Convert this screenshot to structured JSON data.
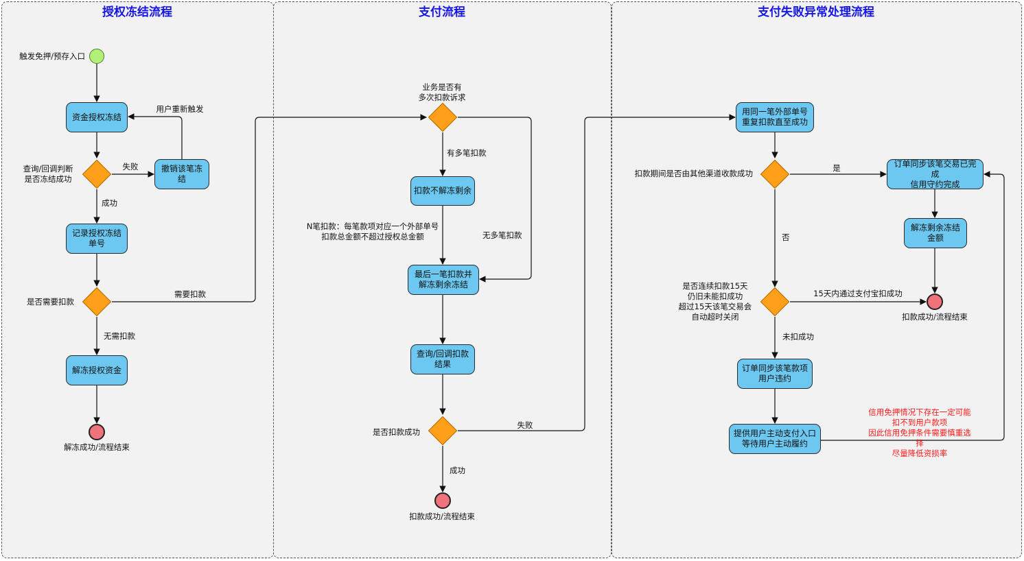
{
  "lanes": {
    "auth": "授权冻结流程",
    "pay": "支付流程",
    "fail": "支付失败异常处理流程"
  },
  "nodes": {
    "freeze": "资金授权冻结",
    "cancel": "撤销该笔冻结",
    "record": "记录授权冻结\n单号",
    "unfreeze": "解冻授权资金",
    "deduct_keep": "扣款不解冻剩余",
    "last_deduct": "最后一笔扣款并\n解冻剩余冻结",
    "query_result": "查询/回调扣款\n结果",
    "retry": "用同一笔外部单号\n重复扣款直至成功",
    "sync_done": "订单同步该笔交易已完成\n信用守约完成",
    "unfreeze_rest": "解冻剩余冻结\n金额",
    "sync_default": "订单同步该笔款项\n用户违约",
    "manual_pay": "提供用户主动支付入口\n等待用户主动履约"
  },
  "labels": {
    "entry": "触发免押/预存入口",
    "user_retrigger": "用户重新触发",
    "query_freeze": "查询/回调判断\n是否冻结成功",
    "fail1": "失败",
    "success1": "成功",
    "need_q": "是否需要扣款",
    "need_yes": "需要扣款",
    "need_no": "无需扣款",
    "end_unfreeze": "解冻成功/流程结束",
    "multi_q": "业务是否有\n多次扣款诉求",
    "multi_yes": "有多笔扣款",
    "multi_no": "无多笔扣款",
    "n_note": "N笔扣款：每笔款项对应一个外部单号\n扣款总金额不超过授权总金额",
    "pay_q": "是否扣款成功",
    "pay_fail": "失败",
    "pay_success": "成功",
    "end_pay": "扣款成功/流程结束",
    "other_q": "扣款期间是否由其他渠道收款成功",
    "other_yes": "是",
    "other_no": "否",
    "days_q": "是否连续扣款15天\n仍旧未能扣成功\n超过15天该笔交易会\n自动超时关闭",
    "days_yes": "15天内通过支付宝扣成功",
    "days_no": "未扣成功",
    "end_fail": "扣款成功/流程结束",
    "warning": "信用免押情况下存在一定可能扣不到用户款项\n因此信用免押条件需要慎重选择\n尽量降低资损率"
  },
  "colors": {
    "lane_title": "#1515e6",
    "node_fill": "#6cc8f0",
    "decision_fill": "#ff9f1a",
    "start_fill": "#b3f07a",
    "end_fill": "#f0737b",
    "warning_text": "#ff1a1a"
  }
}
